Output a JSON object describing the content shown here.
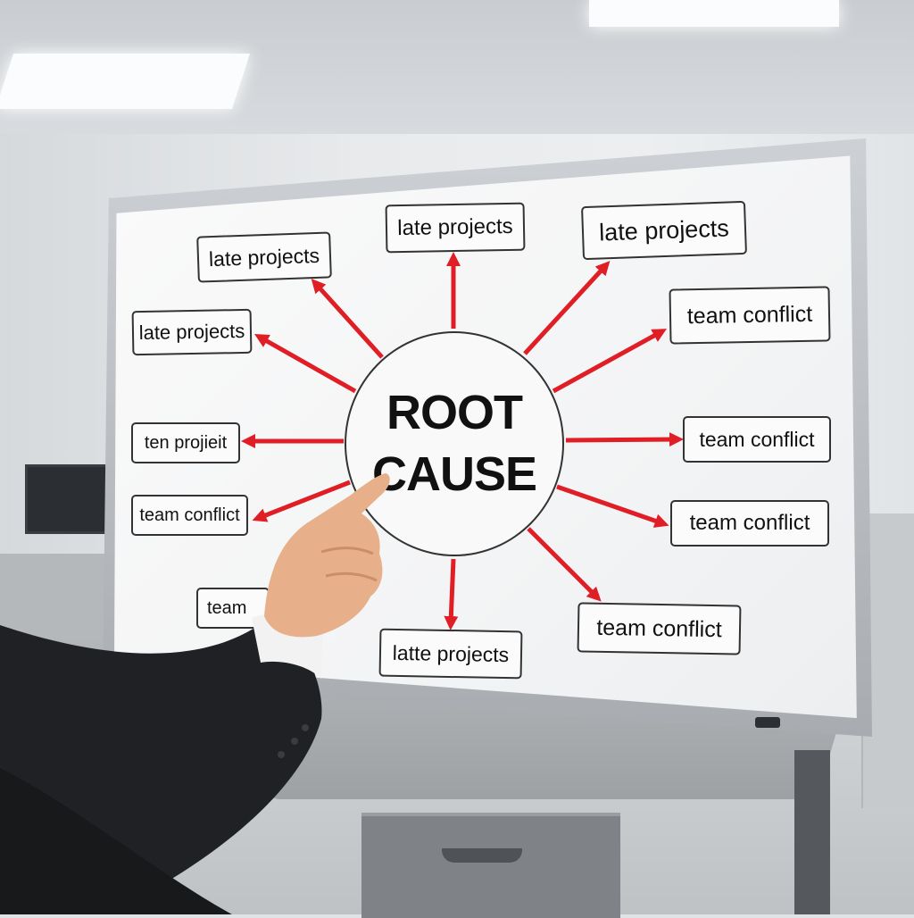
{
  "hub": {
    "line1": "ROOT",
    "line2": "CAUSE"
  },
  "labels": [
    "late projects",
    "late projects",
    "late projects",
    "late projects",
    "team conflict",
    "ten projieit",
    "team conflict",
    "team conflict",
    "team conflict",
    "team",
    "latte projects",
    "team conflict"
  ],
  "colors": {
    "arrow": "#e01e26",
    "suit": "#1f2124",
    "skin": "#e8b08a"
  }
}
